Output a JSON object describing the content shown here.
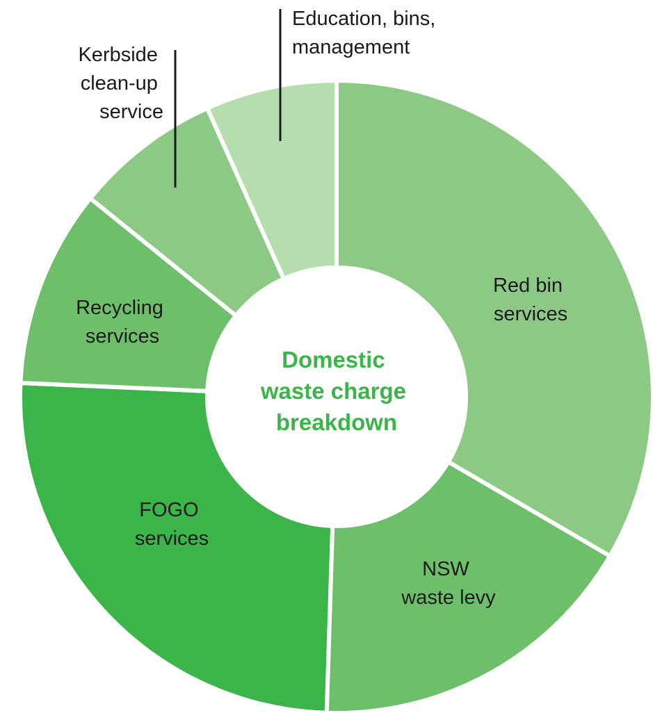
{
  "chart_data": {
    "type": "pie",
    "variant": "donut",
    "title": "Domestic waste charge breakdown",
    "title_lines": [
      "Domestic",
      "waste charge",
      "breakdown"
    ],
    "title_color": "#3bb44a",
    "unit": "percent (estimated from slice angles)",
    "slices": [
      {
        "name": "Red bin services",
        "lines": [
          "Red bin",
          "services"
        ],
        "value": 33.4,
        "color": "#8cc985"
      },
      {
        "name": "NSW waste levy",
        "lines": [
          "NSW",
          "waste levy"
        ],
        "value": 17.1,
        "color": "#6dbf6a"
      },
      {
        "name": "FOGO services",
        "lines": [
          "FOGO",
          "services"
        ],
        "value": 25.2,
        "color": "#3bb44a"
      },
      {
        "name": "Recycling services",
        "lines": [
          "Recycling",
          "services"
        ],
        "value": 10.1,
        "color": "#6dbf6a"
      },
      {
        "name": "Kerbside clean-up service",
        "lines": [
          "Kerbside",
          "clean-up",
          "service"
        ],
        "value": 7.5,
        "color": "#8cc985"
      },
      {
        "name": "Education, bins, management",
        "lines": [
          "Education, bins,",
          "management"
        ],
        "value": 6.7,
        "color": "#b5ddae"
      }
    ]
  }
}
